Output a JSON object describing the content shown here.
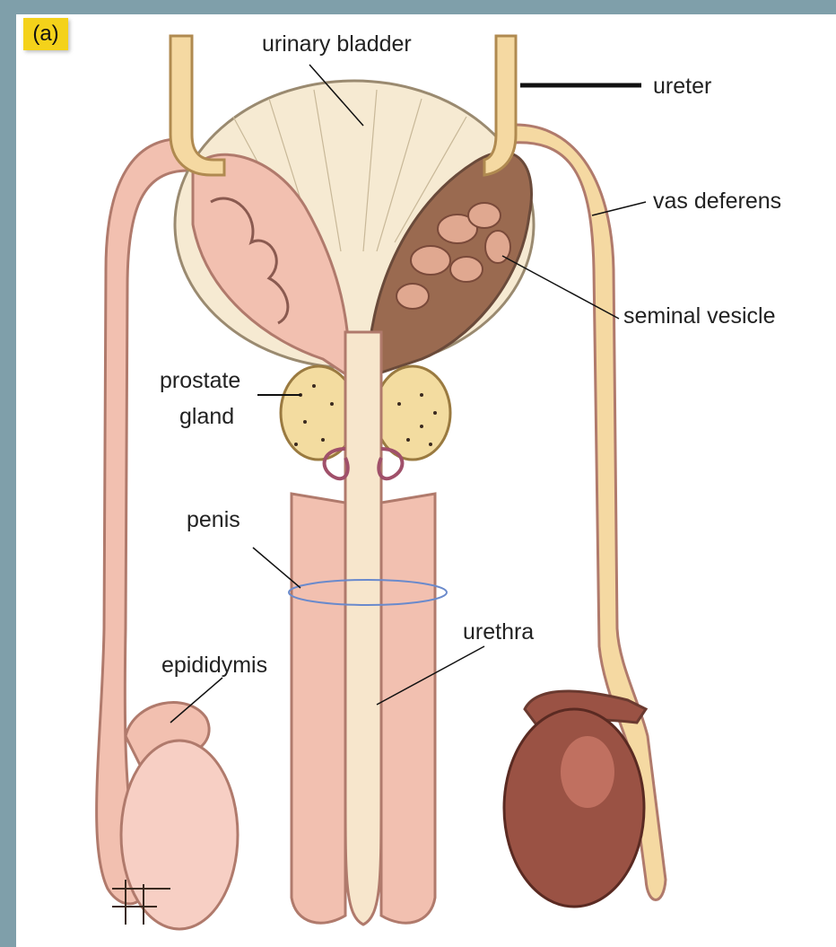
{
  "figure": {
    "panel_label": "(a)",
    "labels": {
      "urinary_bladder": "urinary bladder",
      "ureter": "ureter",
      "vas_deferens": "vas deferens",
      "seminal_vesicle": "seminal vesicle",
      "prostate_line1": "prostate",
      "prostate_line2": "gland",
      "penis": "penis",
      "urethra": "urethra",
      "epididymis": "epididymis"
    }
  },
  "colors": {
    "background": "#7f9faa",
    "badge": "#f4d21a",
    "bladder": "#f6ead2",
    "tissue_pink": "#f2c0b0",
    "tissue_outline": "#b07a6c",
    "ureter_tube": "#f5d9a2",
    "prostate": "#f3dca0",
    "testis_section": "#9a5244",
    "olive_duct": "#8a7a3a"
  }
}
